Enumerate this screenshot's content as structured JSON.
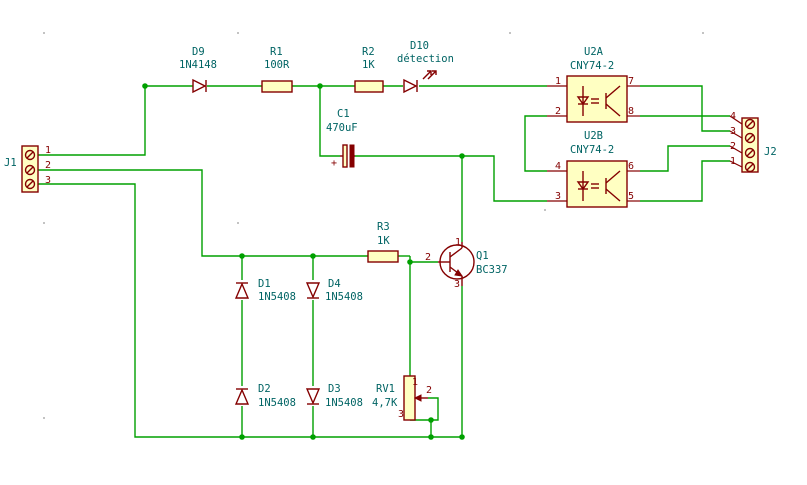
{
  "components": {
    "J1": {
      "ref": "J1",
      "pins": [
        "1",
        "2",
        "3"
      ]
    },
    "J2": {
      "ref": "J2",
      "pins": [
        "4",
        "3",
        "2",
        "1"
      ]
    },
    "D9": {
      "ref": "D9",
      "value": "1N4148"
    },
    "R1": {
      "ref": "R1",
      "value": "100R"
    },
    "R2": {
      "ref": "R2",
      "value": "1K"
    },
    "D10": {
      "ref": "D10",
      "value": "détection"
    },
    "C1": {
      "ref": "C1",
      "value": "470uF",
      "polarity": "+"
    },
    "U2A": {
      "ref": "U2A",
      "value": "CNY74-2",
      "pins": [
        "1",
        "2",
        "7",
        "8"
      ]
    },
    "U2B": {
      "ref": "U2B",
      "value": "CNY74-2",
      "pins": [
        "4",
        "3",
        "6",
        "5"
      ]
    },
    "R3": {
      "ref": "R3",
      "value": "1K"
    },
    "Q1": {
      "ref": "Q1",
      "value": "BC337",
      "pins": [
        "1",
        "2",
        "3"
      ]
    },
    "D1": {
      "ref": "D1",
      "value": "1N5408"
    },
    "D2": {
      "ref": "D2",
      "value": "1N5408"
    },
    "D3": {
      "ref": "D3",
      "value": "1N5408"
    },
    "D4": {
      "ref": "D4",
      "value": "1N5408"
    },
    "RV1": {
      "ref": "RV1",
      "value": "4,7K",
      "pins": [
        "1",
        "2",
        "3"
      ]
    }
  },
  "colors": {
    "wire": "#00a000",
    "component": "#840000",
    "component_fill": "#ffffc2",
    "label": "#006464",
    "background": "#ffffff"
  }
}
